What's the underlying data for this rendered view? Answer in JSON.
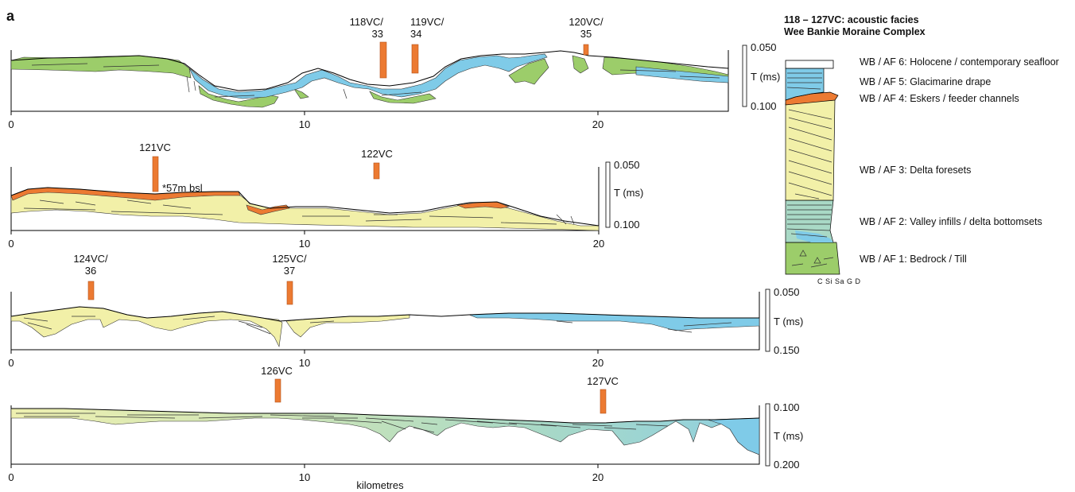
{
  "panel_letter": "a",
  "units": {
    "distance_axis": "kilometres",
    "time_axis": "T (ms)"
  },
  "colors": {
    "holocene": "#ffffff",
    "glacimarine_drape": "#7fcbe8",
    "eskers": "#ec7a32",
    "delta_foresets": "#f2f0a8",
    "valley_infills": "#a9d9c6",
    "bedrock_till": "#9ccd6a",
    "core_marker": "#ec7a32"
  },
  "profiles": [
    {
      "id": "profile-1",
      "x_ticks": [
        "0",
        "10",
        "20"
      ],
      "t_scale": [
        "0.050",
        "0.100"
      ],
      "cores": [
        {
          "label_line1": "118VC/",
          "label_line2": "33"
        },
        {
          "label_line1": "119VC/",
          "label_line2": "34"
        },
        {
          "label_line1": "120VC/",
          "label_line2": "35"
        }
      ]
    },
    {
      "id": "profile-2",
      "x_ticks": [
        "0",
        "10",
        "20"
      ],
      "t_scale": [
        "0.050",
        "0.100"
      ],
      "cores": [
        {
          "label_line1": "121VC",
          "label_line2": ""
        },
        {
          "label_line1": "122VC",
          "label_line2": ""
        }
      ],
      "annotation": "*57m bsl"
    },
    {
      "id": "profile-3",
      "x_ticks": [
        "0",
        "10",
        "20"
      ],
      "t_scale": [
        "0.050",
        "0.150"
      ],
      "cores": [
        {
          "label_line1": "124VC/",
          "label_line2": "36"
        },
        {
          "label_line1": "125VC/",
          "label_line2": "37"
        }
      ]
    },
    {
      "id": "profile-4",
      "x_ticks": [
        "0",
        "10",
        "20"
      ],
      "t_scale": [
        "0.100",
        "0.200"
      ],
      "cores": [
        {
          "label_line1": "126VC",
          "label_line2": ""
        },
        {
          "label_line1": "127VC",
          "label_line2": ""
        }
      ]
    }
  ],
  "legend": {
    "title_line1": "118 – 127VC: acoustic facies",
    "title_line2": "Wee Bankie Moraine Complex",
    "items": [
      {
        "label": "WB / AF 6: Holocene / contemporary seafloor"
      },
      {
        "label": "WB / AF 5: Glacimarine drape"
      },
      {
        "label": "WB / AF 4: Eskers / feeder channels"
      },
      {
        "label": "WB / AF 3: Delta foresets"
      },
      {
        "label": "WB / AF 2: Valley infills / delta bottomsets"
      },
      {
        "label": "WB / AF 1: Bedrock / Till"
      }
    ],
    "grain_size_label": "C Si Sa G D"
  }
}
